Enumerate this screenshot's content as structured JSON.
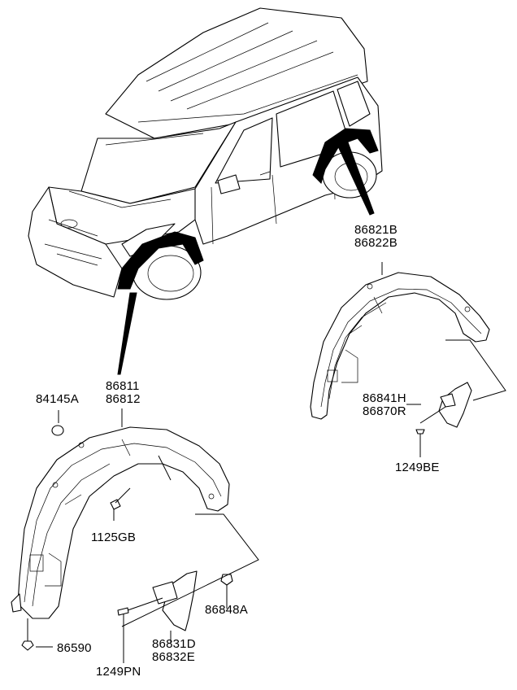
{
  "labels": {
    "rear_liner_a": "86821B",
    "rear_liner_b": "86822B",
    "front_liner_a": "86811",
    "front_liner_b": "86812",
    "plug": "84145A",
    "front_screw": "1125GB",
    "rear_flap_a": "86841H",
    "rear_flap_b": "86870R",
    "rear_screw": "1249BE",
    "front_clip": "86848A",
    "front_flap_a": "86831D",
    "front_flap_b": "86832E",
    "front_flap_screw": "1249PN",
    "bottom_clip": "86590"
  }
}
